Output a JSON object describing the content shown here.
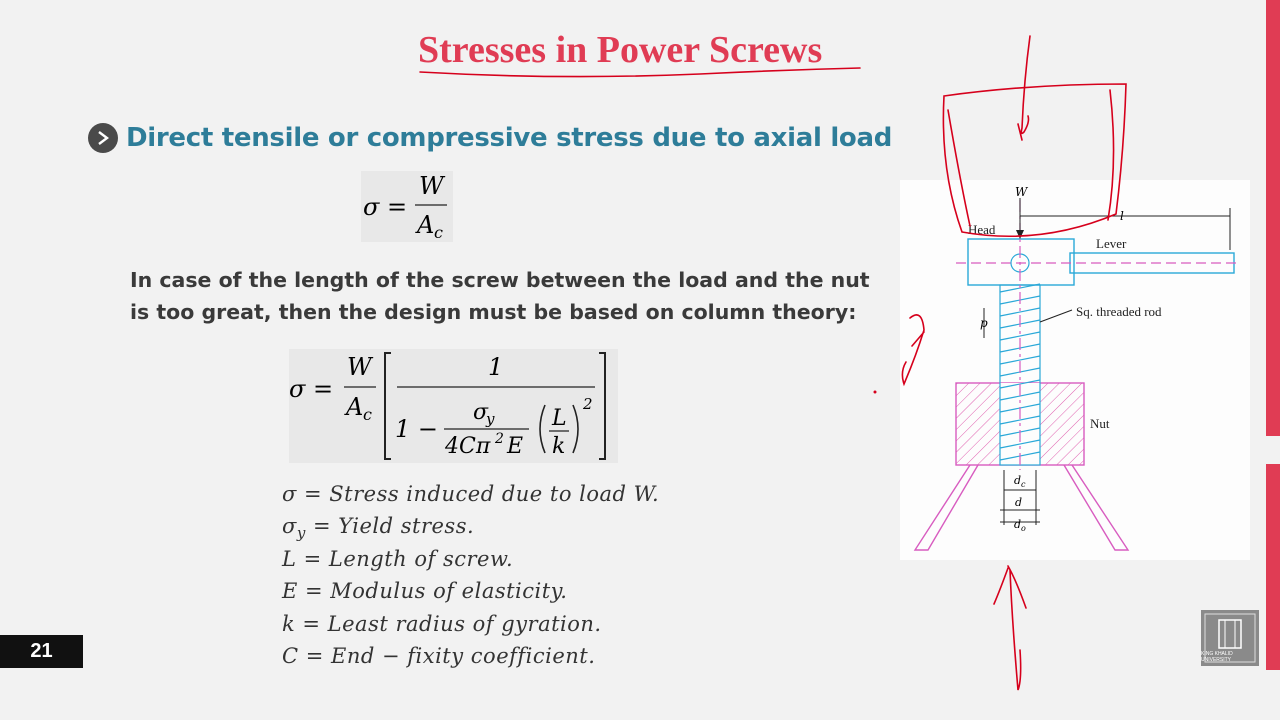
{
  "title": "Stresses in Power Screws",
  "bullet": {
    "icon": "chevron-right-icon",
    "text": "Direct tensile or compressive stress due to axial load"
  },
  "formula1": {
    "lhs": "σ",
    "eq": "=",
    "num": "W",
    "den": "A",
    "den_sub": "c"
  },
  "paragraph": {
    "line1": "In case of the length of the screw between the load and the nut",
    "line2": "is too great, then the design must be based on column theory:"
  },
  "formula2": {
    "lhs": "σ",
    "eq": "=",
    "W": "W",
    "A": "A",
    "A_sub": "c",
    "one": "1",
    "one_minus": "1 −",
    "sig": "σ",
    "sig_sub": "y",
    "den": "4Cπ",
    "den_sup": "2",
    "E": "E",
    "L": "L",
    "k": "k",
    "exp": "2"
  },
  "definitions": [
    "σ = Stress induced due to load W.",
    "σy = Yield stress.",
    "L = Length of screw.",
    "E = Modulus of elasticity.",
    "k = Least radius of gyration.",
    "C = End − fixity coefficient."
  ],
  "def_sigma_y": {
    "pre": "σ",
    "sub": "y",
    "post": " = Yield stress."
  },
  "page_number": "21",
  "diagram": {
    "W": "W",
    "l": "l",
    "head": "Head",
    "lever": "Lever",
    "p": "p",
    "rod": "Sq. threaded rod",
    "nut": "Nut",
    "dc": "d",
    "dc_sub": "c",
    "d": "d",
    "do": "d",
    "do_sub": "o"
  },
  "logo_text": "KING KHALID UNIVERSITY",
  "colors": {
    "title": "#e03c54",
    "bullet": "#2e7d99",
    "accent_bar": "#e03c54",
    "annotation": "#d6001c"
  }
}
